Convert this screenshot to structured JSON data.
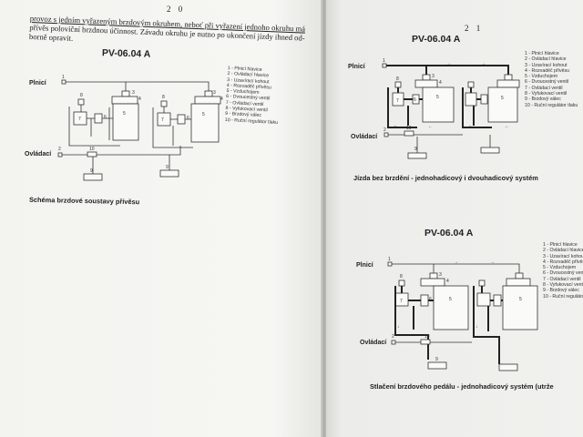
{
  "left_page": {
    "page_number": "2 0",
    "intro_lines": [
      "provoz s jedním vyřazeným brzdovým okruhem, neboť při vyřazení jednoho okruhu má",
      "přívěs poloviční brzdnou účinnost. Závadu okruhu je nutno po ukončení jízdy ihned od-",
      "borně opravit."
    ],
    "diagram_title": "PV-06.04 A",
    "label_supply": "Plnicí",
    "label_control": "Ovládací",
    "caption": "Schéma brzdové soustavy přívěsu"
  },
  "right_page": {
    "page_number": "2 1",
    "diagram1_title": "PV-06.04 A",
    "diagram1_caption": "Jízda bez brzdění - jednohadicový i dvouhadicový systém",
    "diagram2_title": "PV-06.04 A",
    "diagram2_caption": "Stlačení brzdového pedálu - jednohadicový systém (utrže",
    "label_supply": "Plnicí",
    "label_control": "Ovládací"
  },
  "legend": [
    "1 - Plnicí hlavice",
    "2 - Ovládací hlavice",
    "3 - Uzavírací kohout",
    "4 - Rozvaděč přívěsu",
    "5 - Vzduchojem",
    "6 - Dvoucestný ventil",
    "7 - Ovládací ventil",
    "8 - Vyfukovací ventil",
    "9 - Brzdový válec",
    "10 - Ruční regulátor tlaku"
  ],
  "component_numbers": [
    "1",
    "2",
    "3",
    "4",
    "5",
    "6",
    "7",
    "8",
    "9",
    "10"
  ]
}
